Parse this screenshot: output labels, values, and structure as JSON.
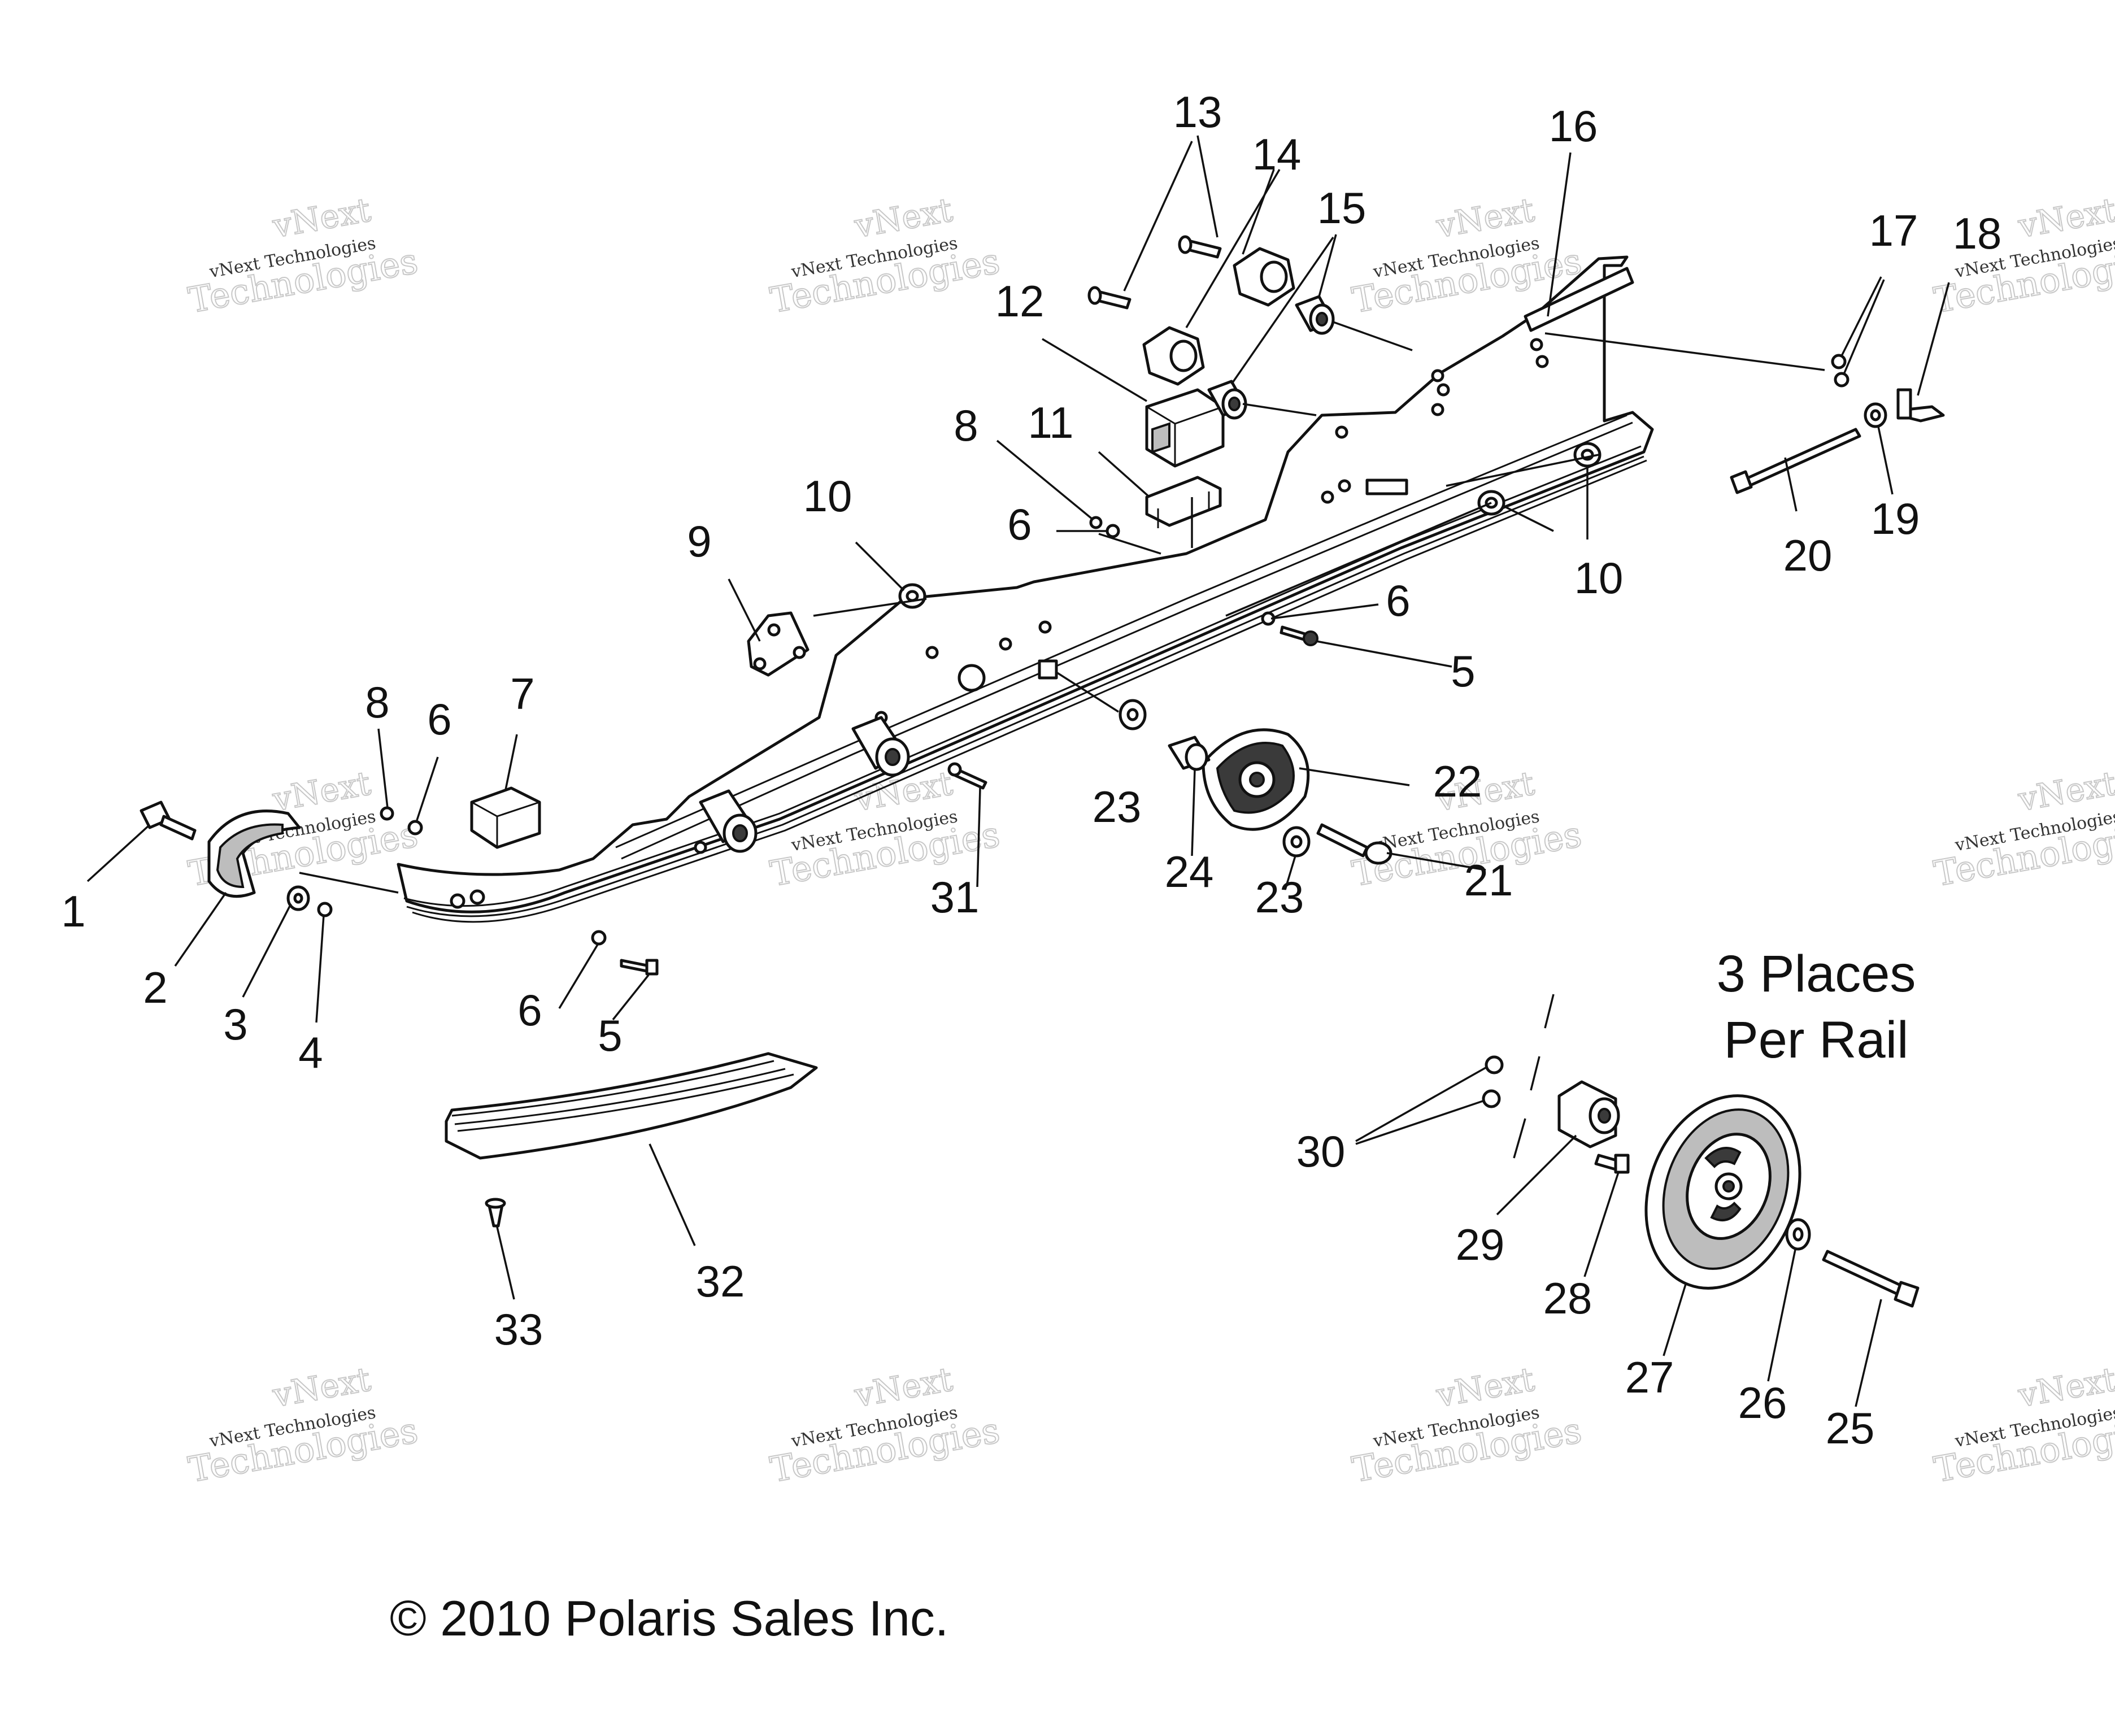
{
  "watermark": {
    "line1": "vNext",
    "line2": "vNext Technologies",
    "line3": "Technologies"
  },
  "callouts": [
    "1",
    "2",
    "3",
    "4",
    "5",
    "5",
    "6",
    "6",
    "6",
    "6",
    "7",
    "8",
    "8",
    "9",
    "10",
    "10",
    "11",
    "12",
    "13",
    "14",
    "15",
    "16",
    "17",
    "18",
    "19",
    "20",
    "21",
    "22",
    "23",
    "23",
    "24",
    "25",
    "26",
    "27",
    "28",
    "29",
    "30",
    "31",
    "32",
    "33"
  ],
  "note": {
    "line1": "3 Places",
    "line2": "Per Rail"
  },
  "copyright": "© 2010 Polaris Sales Inc."
}
